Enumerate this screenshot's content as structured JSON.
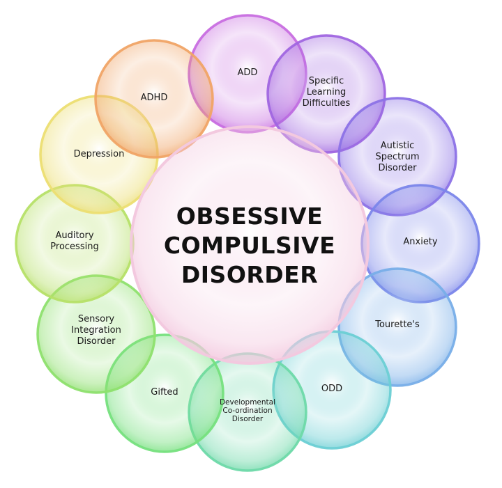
{
  "center": {
    "lines": [
      "OBSESSIVE",
      "COMPULSIVE",
      "DISORDER"
    ],
    "color": "#f3c9df"
  },
  "bubbles": [
    {
      "id": "add",
      "lines": [
        "ADD"
      ],
      "color": "#c86ee0"
    },
    {
      "id": "specific-learning-difficulties",
      "lines": [
        "Specific",
        "Learning",
        "Difficulties"
      ],
      "color": "#a066e0"
    },
    {
      "id": "autistic-spectrum-disorder",
      "lines": [
        "Autistic",
        "Spectrum",
        "Disorder"
      ],
      "color": "#8c72e6"
    },
    {
      "id": "anxiety",
      "lines": [
        "Anxiety"
      ],
      "color": "#7b86ea"
    },
    {
      "id": "tourettes",
      "lines": [
        "Tourette's"
      ],
      "color": "#78aee8"
    },
    {
      "id": "odd",
      "lines": [
        "ODD"
      ],
      "color": "#6ccfd4"
    },
    {
      "id": "developmental-coordination-disorder",
      "lines": [
        "Developmental",
        "Co-ordination",
        "Disorder"
      ],
      "color": "#6ed9a9"
    },
    {
      "id": "gifted",
      "lines": [
        "Gifted"
      ],
      "color": "#76e07e"
    },
    {
      "id": "sensory-integration-disorder",
      "lines": [
        "Sensory",
        "Integration",
        "Disorder"
      ],
      "color": "#8ee06e"
    },
    {
      "id": "auditory-processing",
      "lines": [
        "Auditory",
        "Processing"
      ],
      "color": "#b6e068"
    },
    {
      "id": "depression",
      "lines": [
        "Depression"
      ],
      "color": "#ecde72"
    },
    {
      "id": "adhd",
      "lines": [
        "ADHD"
      ],
      "color": "#f0a466"
    }
  ]
}
